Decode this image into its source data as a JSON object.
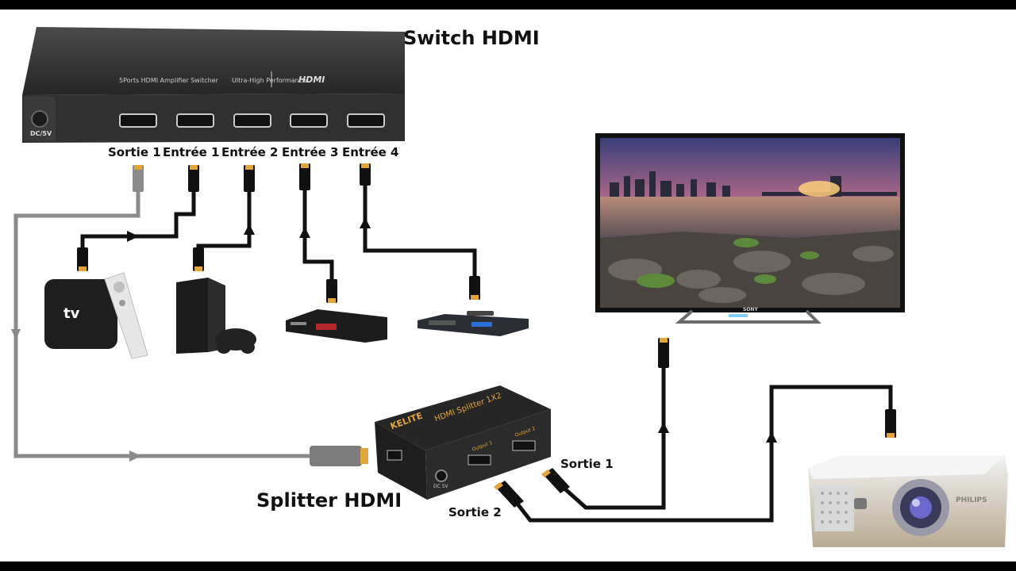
{
  "switch": {
    "title": "Switch HDMI",
    "brand_logo": "HDMI",
    "model_text": "Ultra-High Performance",
    "model_text2": "5Ports HDMI Amplifier Switcher",
    "power_label": "DC/5V",
    "ports": [
      "Sortie 1",
      "Entrée 1",
      "Entrée 2",
      "Entrée 3",
      "Entrée 4"
    ]
  },
  "splitter": {
    "title": "Splitter HDMI",
    "brand": "KELITE",
    "model": "HDMI Splitter 1X2",
    "port1": "Output 1",
    "port2": "Output 2",
    "power": "DC 5V",
    "outputs": [
      "Sortie 1",
      "Sortie 2"
    ]
  },
  "devices": {
    "appletv_logo": "tv",
    "tv_brand": "SONY",
    "projector_brand": "PHILIPS"
  },
  "colors": {
    "cable_black": "#111111",
    "cable_grey": "#8a8a8a",
    "connector_gold": "#e3a53a",
    "device_dark": "#2b2b2b"
  }
}
